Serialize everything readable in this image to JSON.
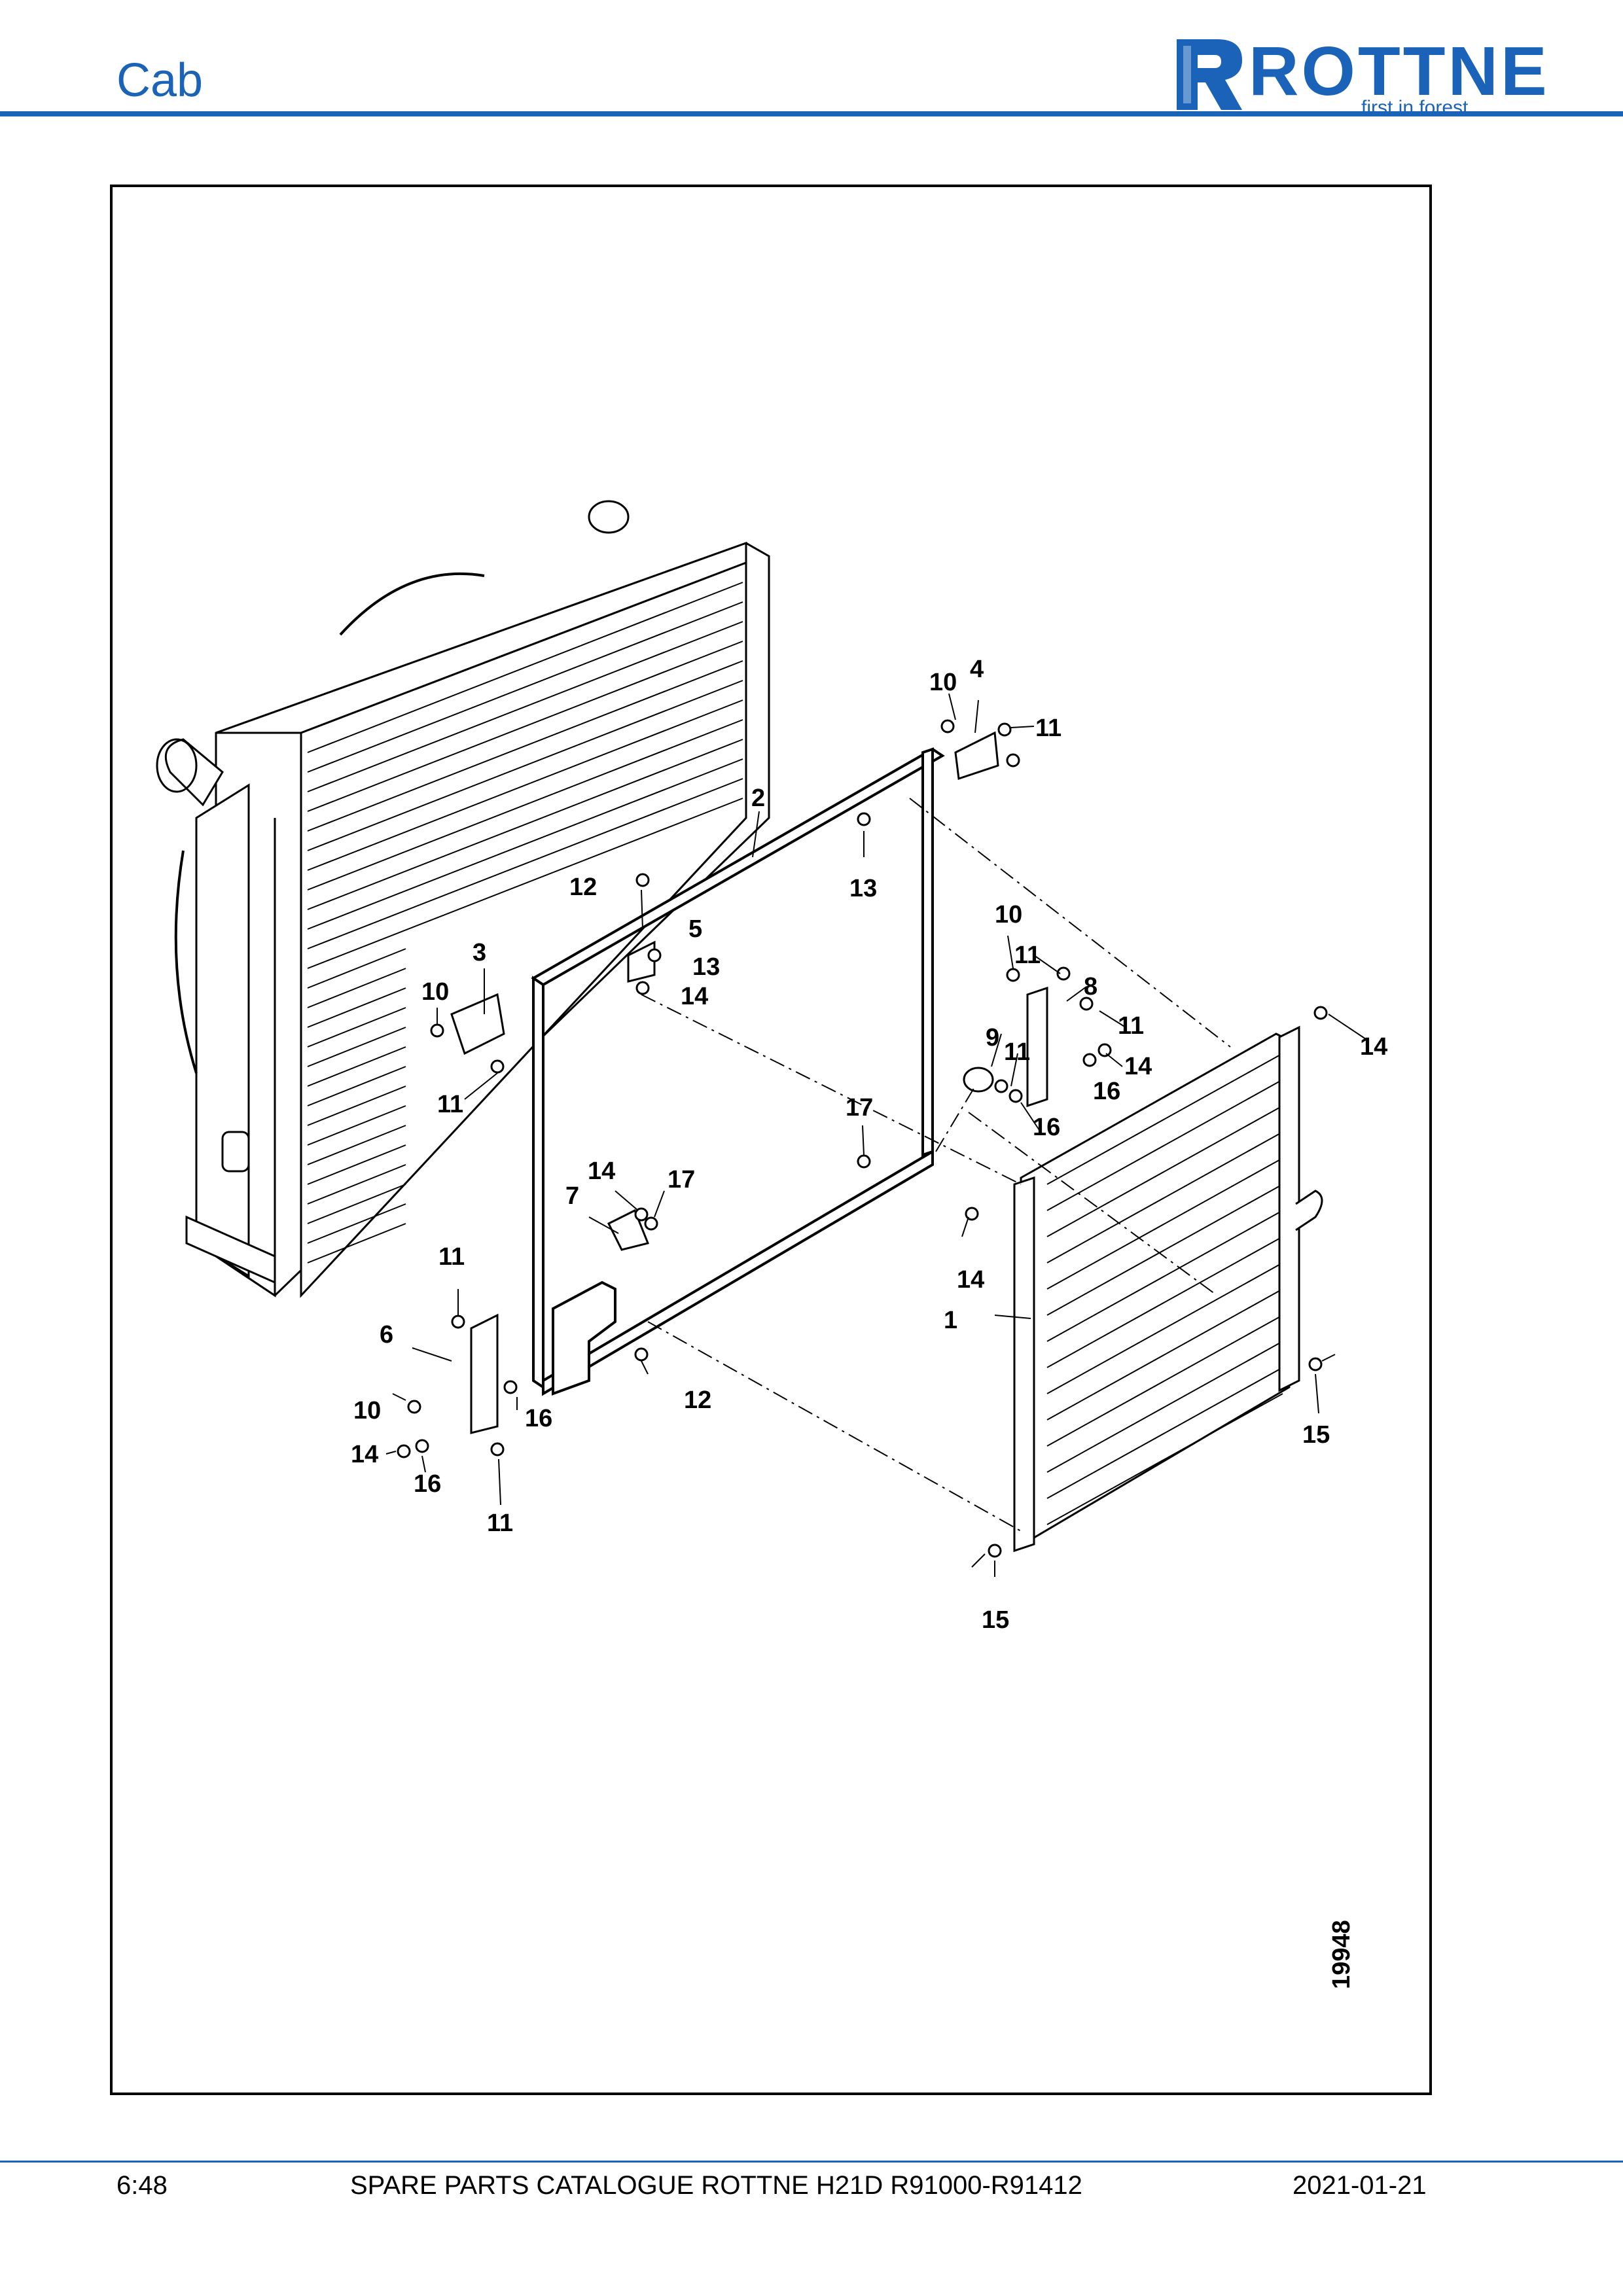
{
  "header": {
    "title": "Cab",
    "logo_text": "ROTTNE",
    "logo_tagline": "first in forest"
  },
  "diagram": {
    "drawing_number": "19948",
    "callouts": [
      "1",
      "2",
      "3",
      "4",
      "5",
      "6",
      "7",
      "8",
      "9",
      "10",
      "11",
      "12",
      "13",
      "14",
      "15",
      "16",
      "17"
    ]
  },
  "footer": {
    "page": "6:48",
    "catalogue": "SPARE PARTS CATALOGUE ROTTNE H21D R91000-R91412",
    "date": "2021-01-21"
  },
  "colors": {
    "brand": "#1a63b8",
    "line": "#000000"
  }
}
